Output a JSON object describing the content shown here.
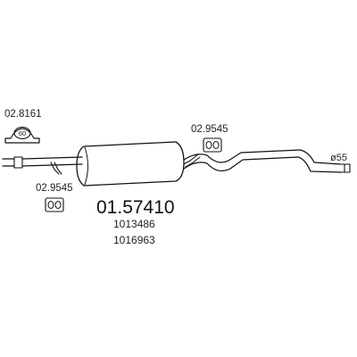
{
  "main_part_number": "01.57410",
  "reference_numbers": [
    "1013486",
    "1016963"
  ],
  "parts": {
    "clamp": {
      "number": "02.8161",
      "size": "60"
    },
    "mount_front": {
      "number": "02.9545"
    },
    "mount_rear": {
      "number": "02.9545"
    }
  },
  "pipe_diameter": "ø55"
}
